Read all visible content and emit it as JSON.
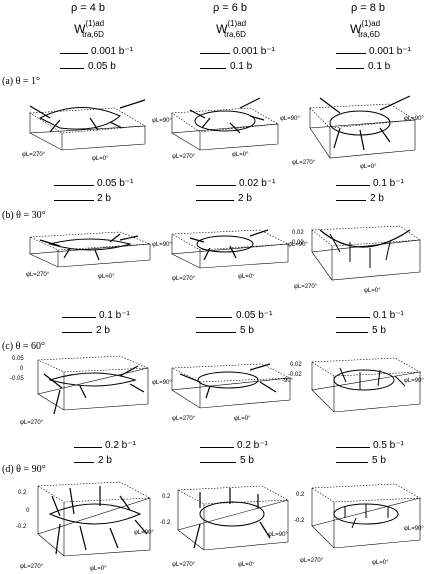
{
  "columns": [
    {
      "rho": "ρ = 4 b"
    },
    {
      "rho": "ρ = 6 b"
    },
    {
      "rho": "ρ = 8 b"
    }
  ],
  "weight_label": {
    "main": "W",
    "sup": "(1)ad",
    "sub": "tra,6D"
  },
  "rows": [
    {
      "label": "(a) θ = 1°",
      "scales": [
        {
          "top": "0.001 b⁻¹",
          "bottom": "0.05 b"
        },
        {
          "top": "0.001 b⁻¹",
          "bottom": "0.1 b"
        },
        {
          "top": "0.001 b⁻¹",
          "bottom": "0.1 b"
        }
      ]
    },
    {
      "label": "(b) θ = 30°",
      "scales": [
        {
          "top": "0.05 b⁻¹",
          "bottom": "2 b"
        },
        {
          "top": "0.02 b⁻¹",
          "bottom": "2 b"
        },
        {
          "top": "0.1 b⁻¹",
          "bottom": "2 b"
        }
      ]
    },
    {
      "label": "(c) θ = 60°",
      "scales": [
        {
          "top": "0.1 b⁻¹",
          "bottom": "2 b"
        },
        {
          "top": "0.05 b⁻¹",
          "bottom": "5 b"
        },
        {
          "top": "0.1 b⁻¹",
          "bottom": "5 b"
        }
      ]
    },
    {
      "label": "(d) θ = 90°",
      "scales": [
        {
          "top": "0.2 b⁻¹",
          "bottom": "2 b"
        },
        {
          "top": "0.2 b⁻¹",
          "bottom": "5 b"
        },
        {
          "top": "0.5 b⁻¹",
          "bottom": "5 b"
        }
      ]
    }
  ],
  "axis_labels": {
    "phi270": "φL=270°",
    "phi0": "φL=0°",
    "phi90": "φL=90°",
    "phi_neg90": "-90°",
    "z_b30_c3": [
      "0.02",
      "-0.02"
    ],
    "z_c60_c1": [
      "0.05",
      "0",
      "-0.05"
    ],
    "z_c60_c3": [
      "0.02",
      "-0.02"
    ],
    "z_d90_c1": [
      "0.2",
      "0",
      "-0.2"
    ],
    "z_d90_c2": [
      "0.2",
      "-0.2"
    ],
    "z_d90_c3": [
      "0.2",
      "-0.2"
    ]
  }
}
